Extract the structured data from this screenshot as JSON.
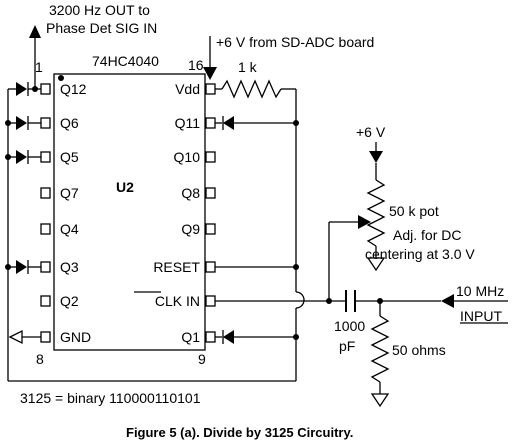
{
  "labels": {
    "out_signal": "3200 Hz OUT to",
    "out_signal_2": "Phase Det SIG IN",
    "power_from_board": "+6 V from SD-ADC board",
    "ic_part": "74HC4040",
    "ic_ref": "U2",
    "pin_1": "1",
    "pin_16": "16",
    "pin_8": "8",
    "pin_9": "9",
    "resistor_1k": "1 k",
    "pot_supply": "+6 V",
    "pot_value": "50 k pot",
    "pot_note_1": "Adj. for DC",
    "pot_note_2": "centering at 3.0 V",
    "input_freq": "10 MHz",
    "input_label": "INPUT",
    "cap_value": "1000",
    "cap_unit": "pF",
    "term_resistor": "50 ohms",
    "binary_note": "3125 = binary 110000110101",
    "caption": "Figure 5 (a).  Divide by 3125 Circuitry."
  },
  "pins_left": [
    "Q12",
    "Q6",
    "Q5",
    "Q7",
    "Q4",
    "Q3",
    "Q2",
    "GND"
  ],
  "pins_right": [
    "Vdd",
    "Q11",
    "Q10",
    "Q8",
    "Q9",
    "RESET",
    "CLK IN",
    "Q1"
  ]
}
